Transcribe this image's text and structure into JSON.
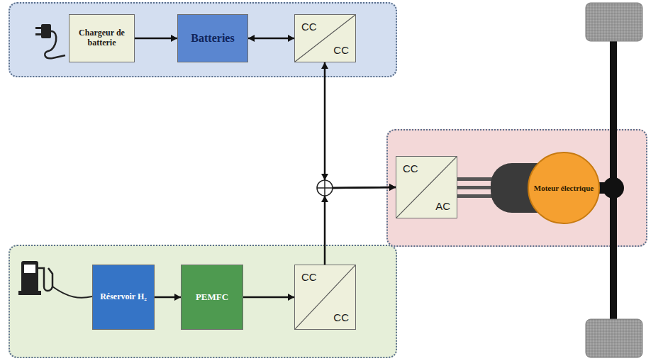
{
  "diagram": {
    "nodes": [
      {
        "text": [
          "Chargeur de batterie"
        ]
      },
      {
        "text": [
          "Batteries"
        ]
      },
      {
        "text": [
          "CC",
          "CC"
        ]
      },
      {
        "text": [
          "CC",
          "AC"
        ]
      },
      {
        "text": [
          "Moteur électrique"
        ]
      },
      {
        "text": [
          "Réservoir H₂"
        ]
      },
      {
        "text": [
          "PEMFC"
        ]
      },
      {
        "text": [
          "CC",
          "CC"
        ]
      }
    ],
    "edges": [
      {
        "from": 0,
        "to": 1,
        "arrow": "to"
      },
      {
        "from": 1,
        "to": 2,
        "arrow": "both"
      },
      {
        "from": 2,
        "to": 3,
        "arrow": "both"
      },
      {
        "from": 7,
        "to": 3,
        "arrow": "to"
      },
      {
        "from": 5,
        "to": 6,
        "arrow": "to"
      },
      {
        "from": 6,
        "to": 7,
        "arrow": "to"
      }
    ]
  }
}
